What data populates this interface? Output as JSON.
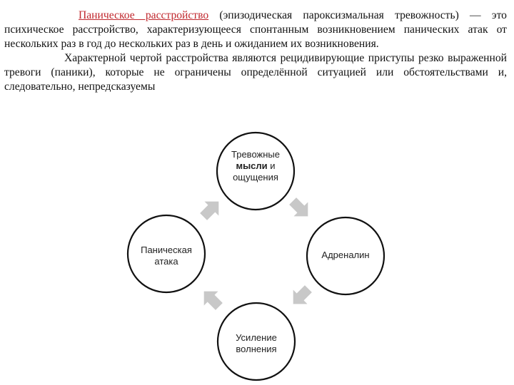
{
  "text": {
    "para1_term": "Паническое расстройство",
    "para1_rest": " (эпизодическая пароксизмальная тревожность) — это психическое расстройство, характеризующееся спонтанным возникновением панических атак от нескольких раз в год до нескольких раз в день и ожиданием их возникновения.",
    "para2": "Характерной чертой расстройства являются рецидивирующие приступы резко выраженной тревоги (паники), которые не ограничены определённой ситуацией или обстоятельствами и, следовательно, непредсказуемы"
  },
  "diagram": {
    "nodes": {
      "top": {
        "line1": "Тревожные",
        "line2_bold": "мысли",
        "line2_rest": " и",
        "line3": "ощущения"
      },
      "right": {
        "label": "Адреналин"
      },
      "bottom": {
        "line1": "Усиление",
        "line2": "волнения"
      },
      "left": {
        "line1": "Паническая",
        "line2": "атака"
      }
    },
    "colors": {
      "circle_stroke": "#111111",
      "arrow_fill": "#c8c8c8"
    }
  }
}
